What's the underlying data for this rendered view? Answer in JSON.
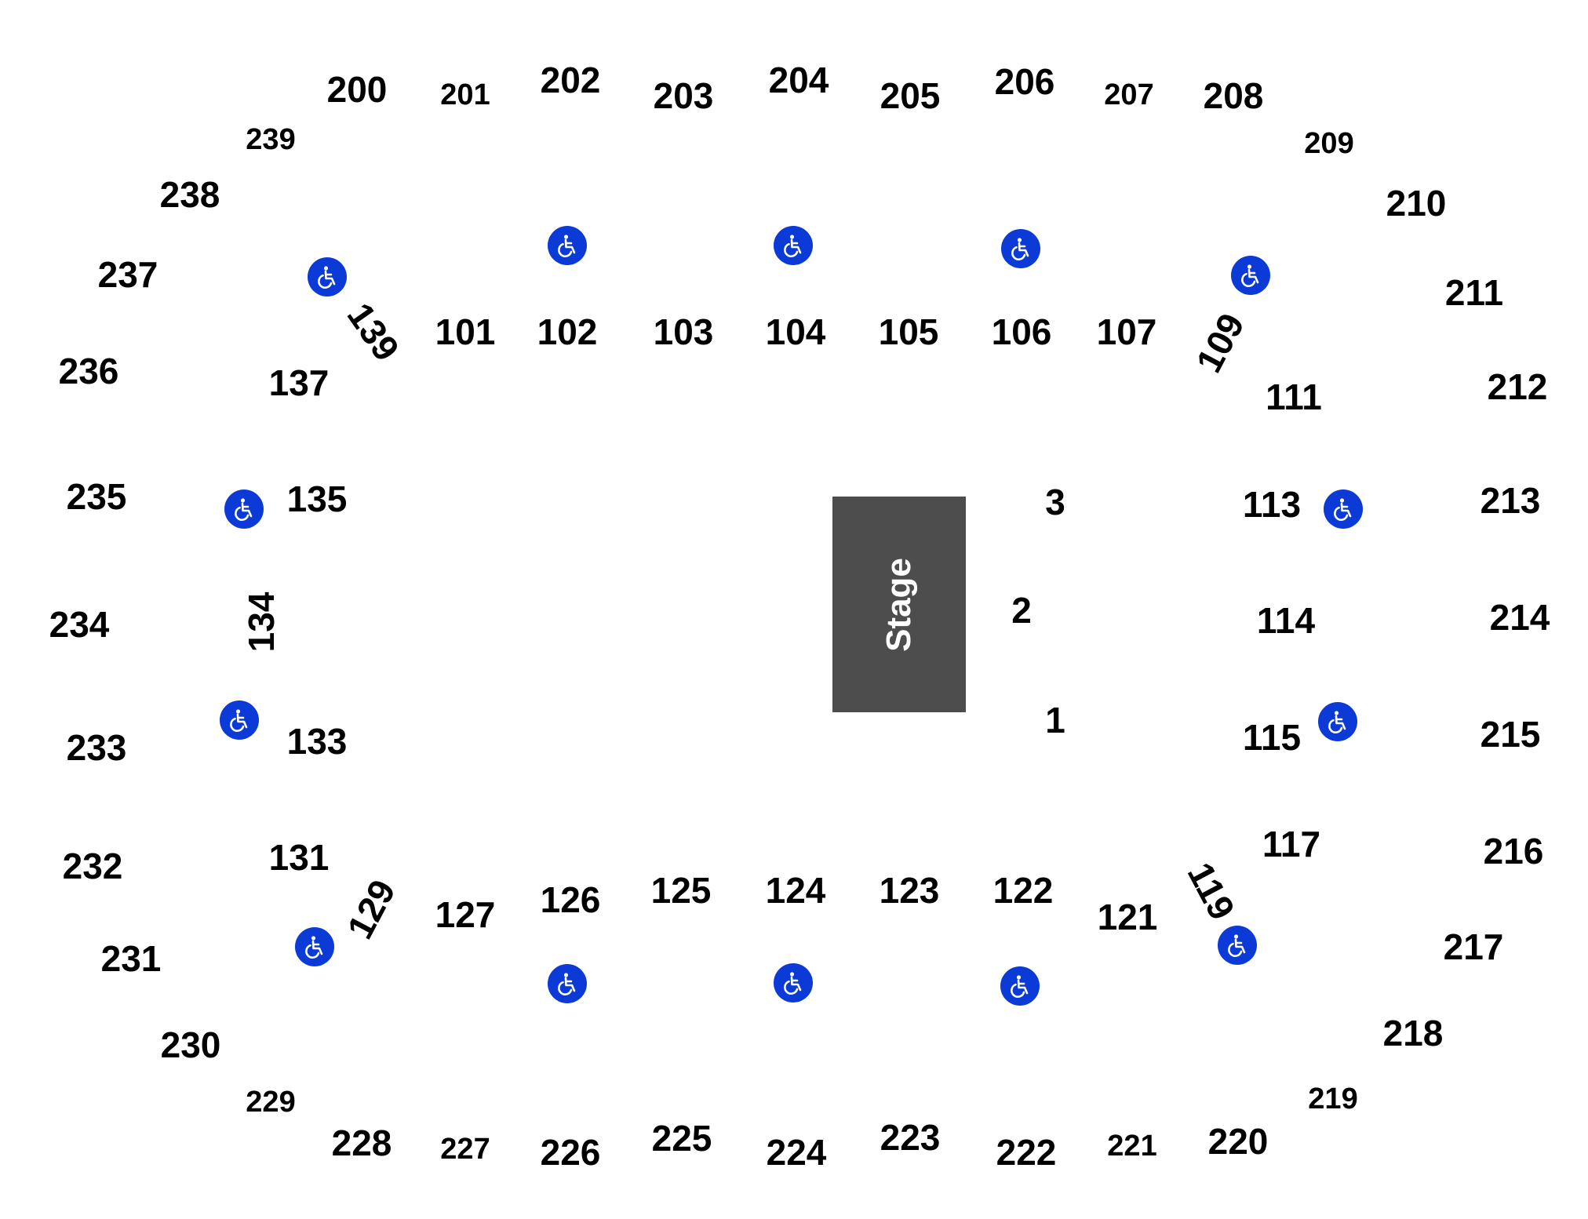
{
  "stage_label": "Stage",
  "stage_color": "#4d4d4d",
  "accessible_icon_color": "#0b3ad6",
  "accessible_icon_name": "wheelchair-icon",
  "floor_sections": [
    "1",
    "2",
    "3"
  ],
  "lower_sections": [
    "101",
    "102",
    "103",
    "104",
    "105",
    "106",
    "107",
    "109",
    "111",
    "113",
    "114",
    "115",
    "117",
    "119",
    "121",
    "122",
    "123",
    "124",
    "125",
    "126",
    "127",
    "129",
    "131",
    "133",
    "134",
    "135",
    "137",
    "139"
  ],
  "upper_sections": [
    "200",
    "201",
    "202",
    "203",
    "204",
    "205",
    "206",
    "207",
    "208",
    "209",
    "210",
    "211",
    "212",
    "213",
    "214",
    "215",
    "216",
    "217",
    "218",
    "219",
    "220",
    "221",
    "222",
    "223",
    "224",
    "225",
    "226",
    "227",
    "228",
    "229",
    "230",
    "231",
    "232",
    "233",
    "234",
    "235",
    "236",
    "237",
    "238",
    "239"
  ],
  "accessible_seating_count": 14
}
